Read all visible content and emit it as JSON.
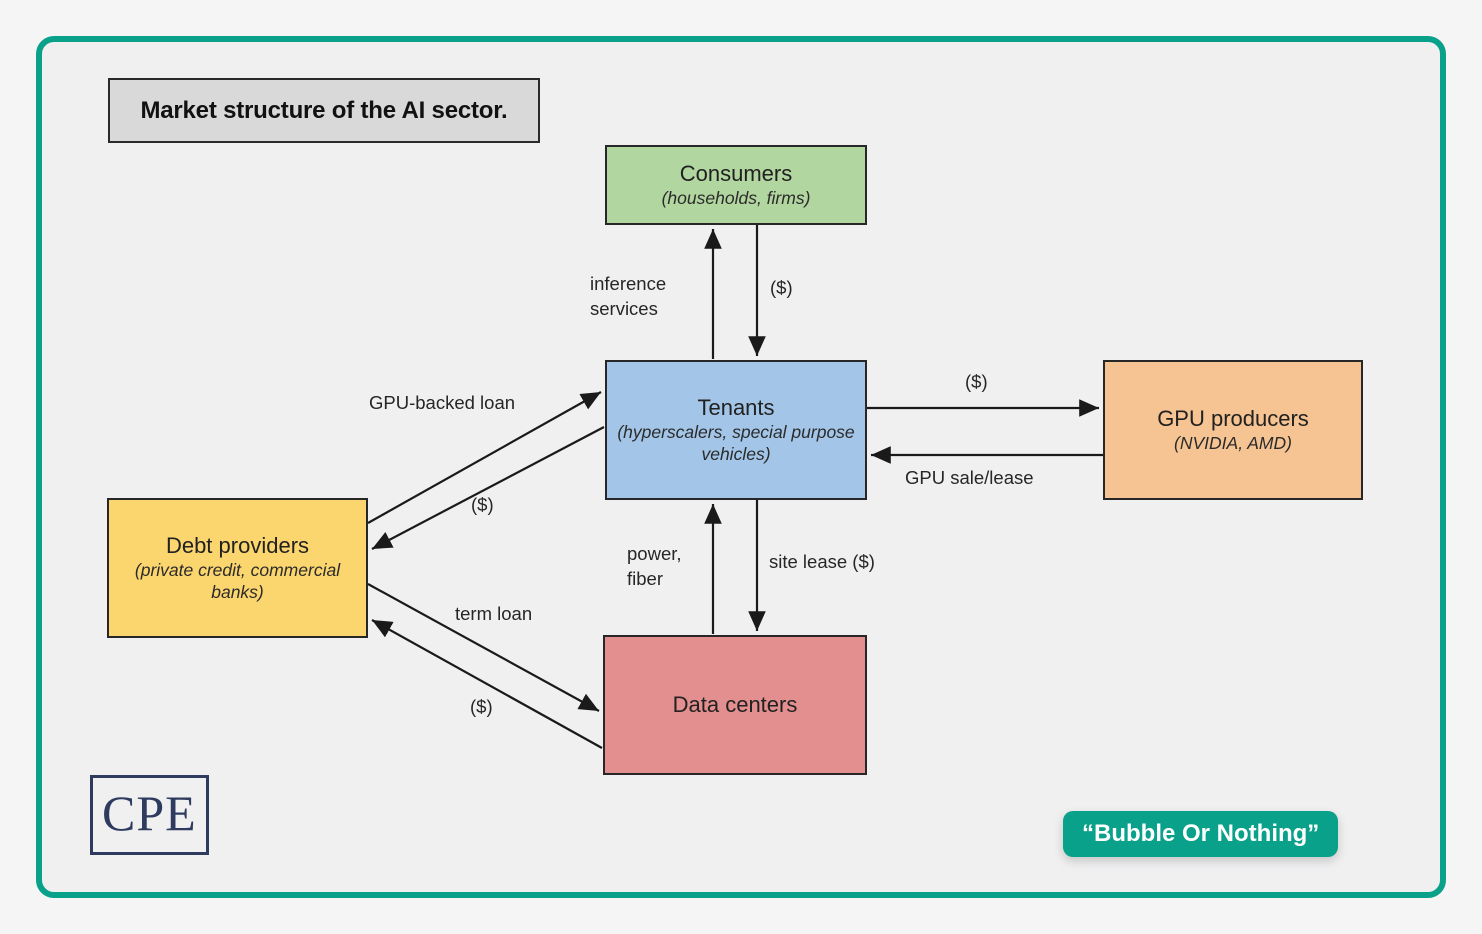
{
  "accent": {
    "teal": "#0aa18a",
    "box_border": "#272727",
    "panel_background": "#f0f0f1",
    "page_background": "#f5f5f6"
  },
  "header": {
    "title": "Market structure of the AI sector."
  },
  "nodes": [
    {
      "title": "Consumers",
      "subtitle": "(households, firms)",
      "color": "#b2d6a0"
    },
    {
      "title": "Tenants",
      "subtitle": "(hyperscalers, special purpose vehicles)",
      "color": "#a3c6e8"
    },
    {
      "title": "GPU producers",
      "subtitle": "(NVIDIA, AMD)",
      "color": "#f6c493"
    },
    {
      "title": "Debt providers",
      "subtitle": "(private credit, commercial banks)",
      "color": "#fbd56e"
    },
    {
      "title": "Data centers",
      "color": "#e38f8f"
    }
  ],
  "edges": [
    {
      "from": "Tenants",
      "to": "Consumers",
      "label": "inference services"
    },
    {
      "from": "Consumers",
      "to": "Tenants",
      "label": "($)"
    },
    {
      "from": "Tenants",
      "to": "GPU producers",
      "label": "($)"
    },
    {
      "from": "GPU producers",
      "to": "Tenants",
      "label": "GPU sale/lease"
    },
    {
      "from": "Debt providers",
      "to": "Tenants",
      "label": "GPU-backed loan"
    },
    {
      "from": "Tenants",
      "to": "Debt providers",
      "label": "($)"
    },
    {
      "from": "Data centers",
      "to": "Tenants",
      "label": "power, fiber"
    },
    {
      "from": "Tenants",
      "to": "Data centers",
      "label": "site lease ($)"
    },
    {
      "from": "Debt providers",
      "to": "Data centers",
      "label": "term loan"
    },
    {
      "from": "Data centers",
      "to": "Debt providers",
      "label": "($)"
    }
  ],
  "footer": {
    "logo": "CPE",
    "badge": "“Bubble Or Nothing”"
  }
}
